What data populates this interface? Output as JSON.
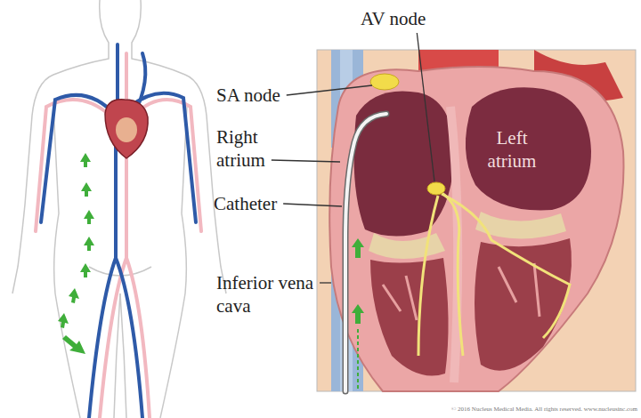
{
  "diagram": {
    "labels": [
      "AV node",
      "SA node",
      "Right atrium",
      "Left atrium",
      "Catheter",
      "Inferior vena cava",
      "© 2016 Nucleus Medical Media. All rights reserved. www.nucleusinc.com"
    ]
  }
}
